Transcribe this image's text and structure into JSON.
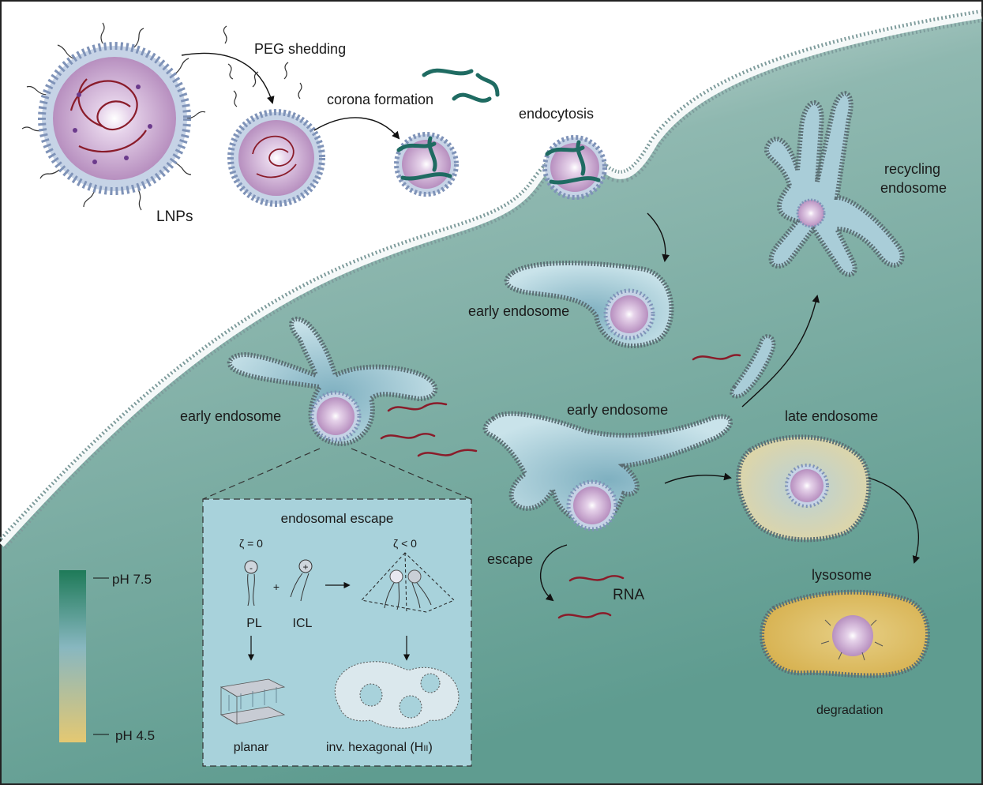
{
  "labels": {
    "lnps": "LNPs",
    "peg_shedding": "PEG shedding",
    "corona_formation": "corona formation",
    "endocytosis": "endocytosis",
    "recycling_endosome_1": "recycling",
    "recycling_endosome_2": "endosome",
    "early_endosome_top": "early endosome",
    "early_endosome_left": "early endosome",
    "early_endosome_center": "early endosome",
    "late_endosome": "late endosome",
    "lysosome": "lysosome",
    "degradation": "degradation",
    "escape": "escape",
    "rna": "RNA"
  },
  "ph_scale": {
    "top_label": "pH 7.5",
    "bottom_label": "pH 4.5",
    "colors": [
      "#1f7a5a",
      "#8ab6c2",
      "#e3c774"
    ]
  },
  "inset": {
    "title": "endosomal escape",
    "zeta_zero": "ζ = 0",
    "zeta_neg": "ζ < 0",
    "plus": "+",
    "pl": "PL",
    "icl": "ICL",
    "planar": "planar",
    "hexagonal": "inv. hexagonal (H",
    "hexagonal_sub": "II",
    "hexagonal_close": ")",
    "minus_charge": "-",
    "plus_charge": "+"
  },
  "colors": {
    "cytoplasm": "#6fa79a",
    "membrane": "#d8e4e4",
    "rna": "#8a1c2a",
    "corona": "#1f6b62",
    "lnp_core": "#c9a6c9",
    "endosome_fill": "#a9cdd8",
    "late_endosome_fill": "#d9d0a6",
    "lysosome_fill": "#d8b860",
    "inset_bg": "#a9d3dc"
  }
}
